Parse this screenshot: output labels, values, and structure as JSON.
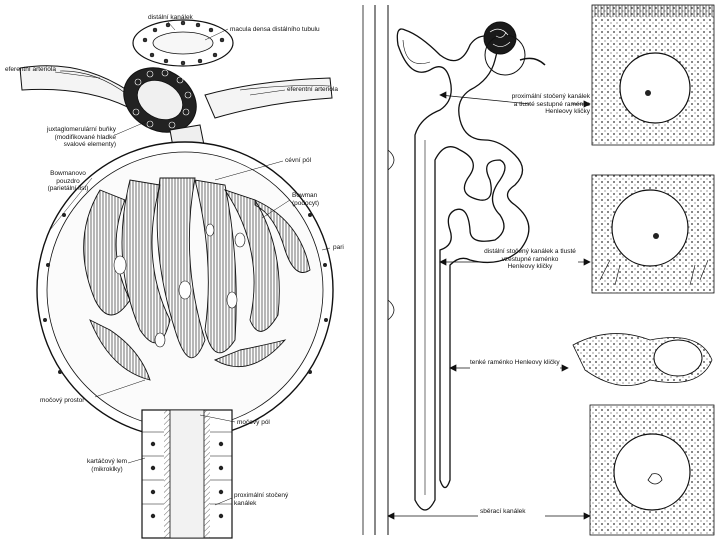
{
  "colors": {
    "ink": "#111111",
    "paper": "#ffffff",
    "shade": "#6b6b6b"
  },
  "left_panel": {
    "labels": {
      "distalni_kanalek": "distální kanálek",
      "macula_densa": "macula densa  distálního tubulu",
      "eferentni_arteriola_left": "eferentní arteriola",
      "eferentni_arteriola_right": "eferentní arteriola",
      "juxtaglomerularni_1": "juxtaglomerulární buňky",
      "juxtaglomerularni_2": "(modifikované hladké",
      "juxtaglomerularni_3": "svalové elementy)",
      "cevni_pol": "cévní pól",
      "bowmanovo_1": "Bowmanovo",
      "bowmanovo_2": "pouzdro",
      "bowmanovo_3": "(parietální list)",
      "bowman_right_1": "Bowman",
      "bowman_right_2": "(podocyt)",
      "pari": "pari",
      "mocovy_prostor": "močový prostor",
      "mocovy_pol": "močový pól",
      "kartacovy_1": "kartáčový lem",
      "kartacovy_2": "(mikroklky)",
      "proximalni_1": "proximální stočený",
      "proximalni_2": "kanálek"
    }
  },
  "right_panel": {
    "labels": {
      "prox_1": "proximální stočený kanálek",
      "prox_2": "a tlusté  sestupné raménko",
      "prox_3": "Henleovy kličky",
      "dist_1": "distální stočený kanálek  a tlusté",
      "dist_2": "vzestupné raménko",
      "dist_3": "Henleovy kličky",
      "tenke": "tenké raménko  Henleovy kličky",
      "sberaci": "sběrací kanálek"
    }
  }
}
